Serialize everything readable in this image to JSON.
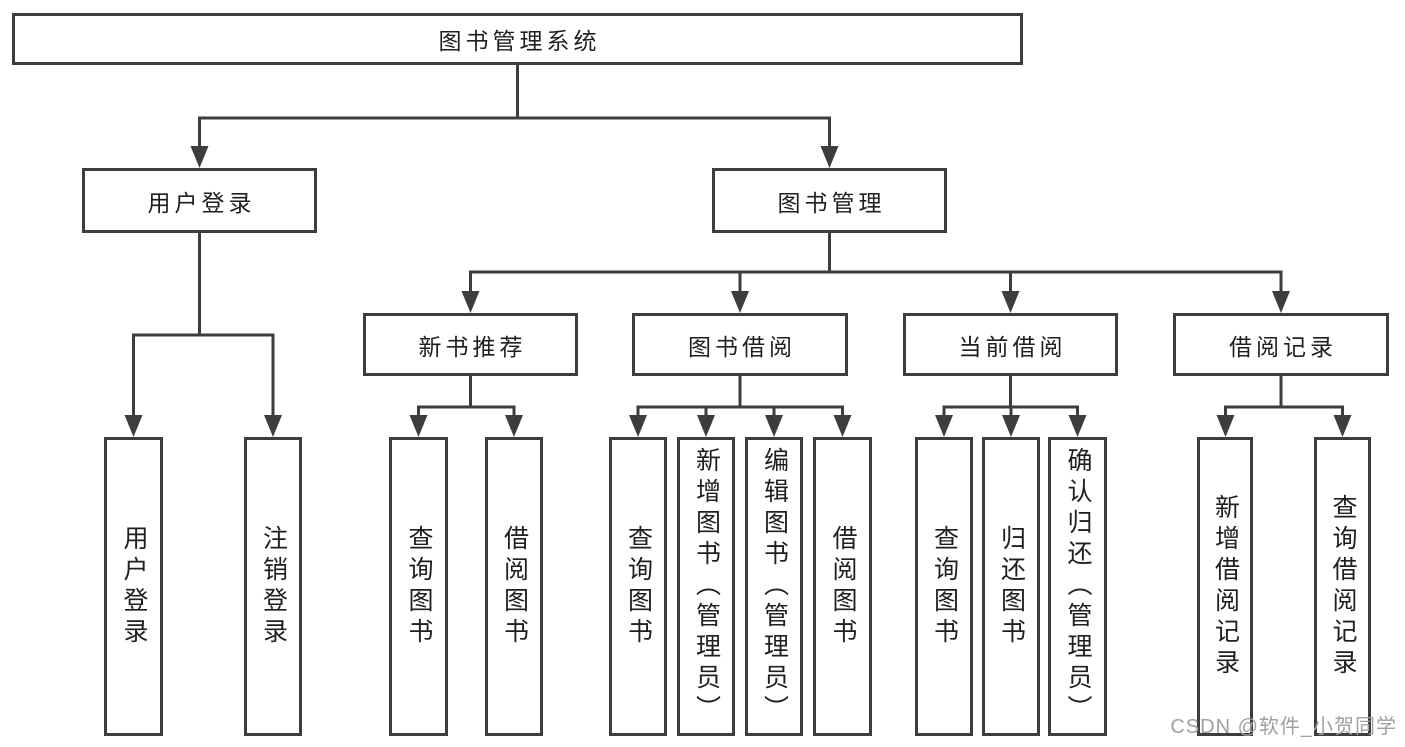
{
  "colors": {
    "line": "#3d3d3d",
    "text": "#1f1f1f",
    "background": "#ffffff",
    "watermark": "#a0a0a0"
  },
  "watermark": {
    "text": "CSDN @软件_小贺同学"
  },
  "tree": {
    "label": "图书管理系统",
    "children": [
      {
        "label": "用户登录",
        "children": [
          {
            "label": "用户登录"
          },
          {
            "label": "注销登录"
          }
        ]
      },
      {
        "label": "图书管理",
        "children": [
          {
            "label": "新书推荐",
            "children": [
              {
                "label": "查询图书"
              },
              {
                "label": "借阅图书"
              }
            ]
          },
          {
            "label": "图书借阅",
            "children": [
              {
                "label": "查询图书"
              },
              {
                "label": "新增图书（管理员）"
              },
              {
                "label": "编辑图书（管理员）"
              },
              {
                "label": "借阅图书"
              }
            ]
          },
          {
            "label": "当前借阅",
            "children": [
              {
                "label": "查询图书"
              },
              {
                "label": "归还图书"
              },
              {
                "label": "确认归还（管理员）"
              }
            ]
          },
          {
            "label": "借阅记录",
            "children": [
              {
                "label": "新增借阅记录"
              },
              {
                "label": "查询借阅记录"
              }
            ]
          }
        ]
      }
    ]
  }
}
